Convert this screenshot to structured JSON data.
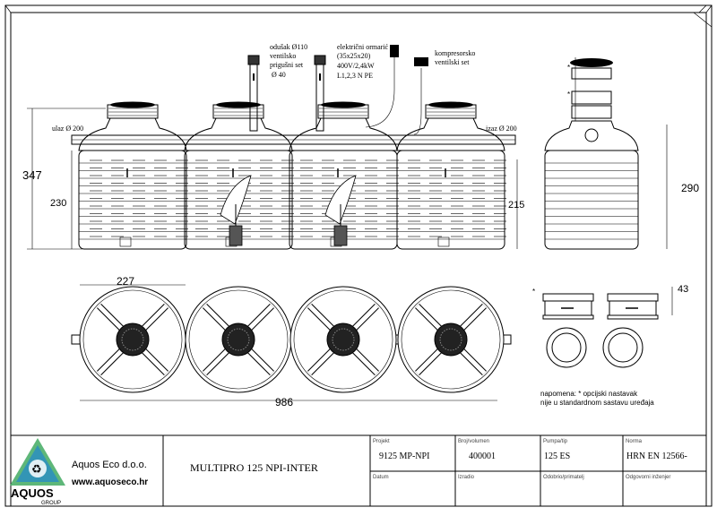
{
  "annotations": {
    "odusak": [
      "odušak Ø110",
      "ventilsko",
      "prigušni set",
      "Ø 40"
    ],
    "ormaric": [
      "električni ormarić",
      "(35x25x20)",
      "400V/2,4kW",
      "L1,2,3 N PE"
    ],
    "kompresor": [
      "kompresorsko",
      "ventilski set"
    ],
    "ulaz": "ulaz Ø 200",
    "izaz": "izaz Ø 200"
  },
  "dimensions": {
    "total_height": "347",
    "tank_height": "230",
    "outlet_height": "215",
    "side_height": "290",
    "diameter": "227",
    "total_length": "986",
    "extension": "43"
  },
  "optional_marker": "*",
  "note": [
    "napomena: * opcijski nastavak",
    "nije u standardnom sastavu uređaja"
  ],
  "title_block": {
    "company_name": "Aquos Eco d.o.o.",
    "website": "www.aquoseco.hr",
    "logo_text": "AQUOS",
    "logo_sub": "GROUP",
    "drawing_title": "MULTIPRO 125 NPI-INTER",
    "cells": [
      {
        "label": "Projekt",
        "value": "9125 MP-NPI"
      },
      {
        "label": "Broj/volumen",
        "value": "400001"
      },
      {
        "label": "Pumpa/tip",
        "value": "125 ES"
      },
      {
        "label": "Norma",
        "value": "HRN EN 12566-"
      }
    ],
    "bottom_labels": [
      "Datum",
      "Izradio",
      "Odobrio/primatelj",
      "Odgovorni inženjer"
    ]
  },
  "colors": {
    "line": "#000000",
    "logo_green": "#2e8b3e",
    "logo_blue": "#3b7fc0",
    "logo_teal": "#1e9e8e"
  }
}
